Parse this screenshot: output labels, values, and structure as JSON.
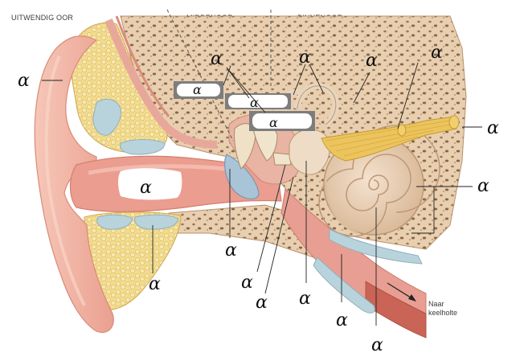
{
  "sections": {
    "outer": "UITWENDIG OOR",
    "middle": "MIDDENOOR",
    "inner": "BINNENOOR"
  },
  "destination": {
    "line1": "Naar",
    "line2": "keelholte"
  },
  "answer_marks": [
    "α",
    "α",
    "α",
    "α",
    "α",
    "α",
    "α",
    "α",
    "α",
    "α",
    "α",
    "α",
    "α",
    "α",
    "α",
    "α"
  ],
  "colors": {
    "skin": "#f2b9a8",
    "skin_dark": "#e58f7d",
    "fat": "#f3dc8e",
    "bone": "#e8cfb0",
    "bone_pores": "#9c7657",
    "cartilage": "#b9d3dc",
    "nerve": "#e6c15a",
    "canal": "#e7a29a",
    "label_box": "#7d7d7d"
  }
}
